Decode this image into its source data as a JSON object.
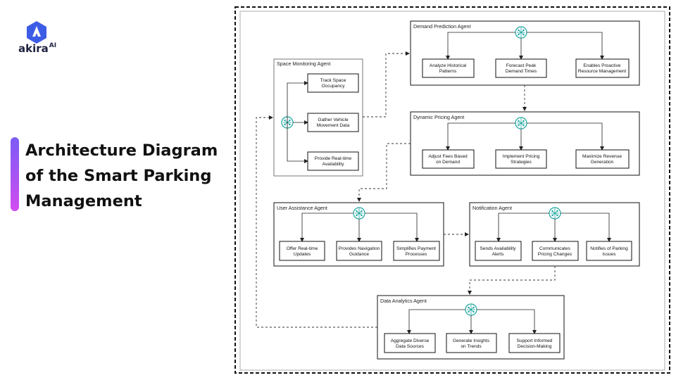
{
  "brand": {
    "name": "akira",
    "suffix": "AI",
    "logo_icon": "akira-logo-icon",
    "color": "#3d5ce6"
  },
  "title_lines": [
    "Architecture Diagram",
    "of the Smart Parking",
    "Management"
  ],
  "colors": {
    "accent_top": "#7b5cf5",
    "accent_bottom": "#d14cf0",
    "brain_icon": "#1aa5a0",
    "lines": "#222222"
  },
  "agents": {
    "space": {
      "title": "Space Monitoring Agent",
      "icon": "brain-icon",
      "tasks": [
        [
          "Track Space",
          "Occupancy"
        ],
        [
          "Gather Vehicle",
          "Movement Data"
        ],
        [
          "Provide Real-time",
          "Availability"
        ]
      ]
    },
    "demand": {
      "title": "Demand Prediction Agent",
      "icon": "brain-icon",
      "tasks": [
        [
          "Analyze Historical",
          "Patterns"
        ],
        [
          "Forecast Peak",
          "Demand Times"
        ],
        [
          "Enables Proactive",
          "Resource Management"
        ]
      ]
    },
    "pricing": {
      "title": "Dynamic Pricing Agent",
      "icon": "brain-icon",
      "tasks": [
        [
          "Adjust Fees Based",
          "on Demand"
        ],
        [
          "Implement Pricing",
          "Strategies"
        ],
        [
          "Maximize Revenue",
          "Generation"
        ]
      ]
    },
    "user": {
      "title": "User Assistance Agent",
      "icon": "brain-icon",
      "tasks": [
        [
          "Offer Real-time",
          "Updates"
        ],
        [
          "Provides Navigation",
          "Guidance"
        ],
        [
          "Simplifies Payment",
          "Processes"
        ]
      ]
    },
    "notify": {
      "title": "Notification Agent",
      "icon": "brain-icon",
      "tasks": [
        [
          "Sends Availability",
          "Alerts"
        ],
        [
          "Communicates",
          "Pricing Changes"
        ],
        [
          "Notifies of Parking",
          "Issues"
        ]
      ]
    },
    "analytics": {
      "title": "Data Analytics Agent",
      "icon": "brain-icon",
      "tasks": [
        [
          "Aggregate Diverse",
          "Data Sources"
        ],
        [
          "Generate Insights",
          "on Trends"
        ],
        [
          "Support Informed",
          "Decision-Making"
        ]
      ]
    }
  }
}
